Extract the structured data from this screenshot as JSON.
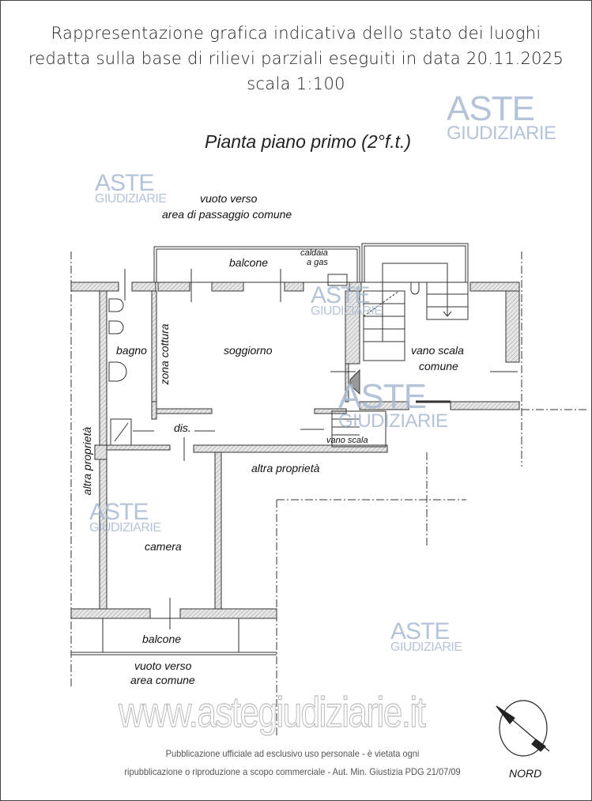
{
  "header": {
    "line1": "Rappresentazione grafica indicativa dello stato dei luoghi",
    "line2": "redatta sulla base di rilievi parziali eseguiti in data 20.11.2025",
    "scale": "scala 1:100"
  },
  "plan_title": "Pianta piano primo (2°f.t.)",
  "labels": {
    "vuoto_top_1": "vuoto verso",
    "vuoto_top_2": "area di passaggio comune",
    "balcone_top": "balcone",
    "caldaia_1": "caldaia",
    "caldaia_2": "a gas",
    "bagno": "bagno",
    "zona_cottura": "zona cottura",
    "soggiorno": "soggiorno",
    "vano_scala_comune_1": "vano scala",
    "vano_scala_comune_2": "comune",
    "dis": "dis.",
    "vano_scala": "vano scala",
    "altra_proprieta_left": "altra proprietà",
    "altra_proprieta_mid": "altra proprietà",
    "camera": "camera",
    "balcone_bottom": "balcone",
    "vuoto_bottom_1": "vuoto verso",
    "vuoto_bottom_2": "area comune",
    "nord": "NORD"
  },
  "watermark": {
    "aste": "ASTE",
    "giudiziarie": "GIUDIZIARIE",
    "url": "www.astegiudiziarie.it",
    "color": "#a9b9d3"
  },
  "footer": {
    "line1": "Pubblicazione ufficiale ad esclusivo uso personale - è vietata ogni",
    "line2": "ripubblicazione o riproduzione a scopo commerciale - Aut. Min. Giustizia PDG 21/07/09"
  },
  "icons": {
    "north_arrow": "compass-north-icon"
  }
}
